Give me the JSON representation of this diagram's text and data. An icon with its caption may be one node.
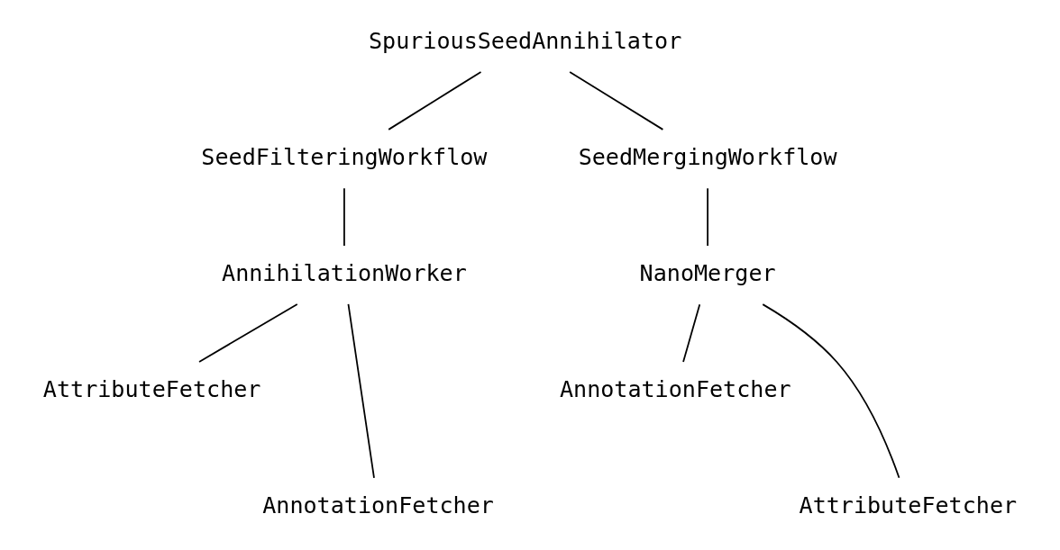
{
  "diagram": {
    "nodes": [
      {
        "text": [
          "SpuriousSeedAnnihilator"
        ]
      },
      {
        "text": [
          "SeedFilteringWorkflow"
        ]
      },
      {
        "text": [
          "SeedMergingWorkflow"
        ]
      },
      {
        "text": [
          "AnnihilationWorker"
        ]
      },
      {
        "text": [
          "NanoMerger"
        ]
      },
      {
        "text": [
          "AttributeFetcher"
        ]
      },
      {
        "text": [
          "AnnotationFetcher"
        ]
      },
      {
        "text": [
          "AnnotationFetcher"
        ]
      },
      {
        "text": [
          "AttributeFetcher"
        ]
      }
    ],
    "edges": [
      {
        "from": 0,
        "to": 1,
        "arrow": "none"
      },
      {
        "from": 0,
        "to": 2,
        "arrow": "none"
      },
      {
        "from": 1,
        "to": 3,
        "arrow": "none"
      },
      {
        "from": 2,
        "to": 4,
        "arrow": "none"
      },
      {
        "from": 3,
        "to": 5,
        "arrow": "none"
      },
      {
        "from": 3,
        "to": 7,
        "arrow": "none"
      },
      {
        "from": 4,
        "to": 8,
        "arrow": "none"
      },
      {
        "from": 4,
        "to": 6,
        "arrow": "none"
      }
    ]
  }
}
